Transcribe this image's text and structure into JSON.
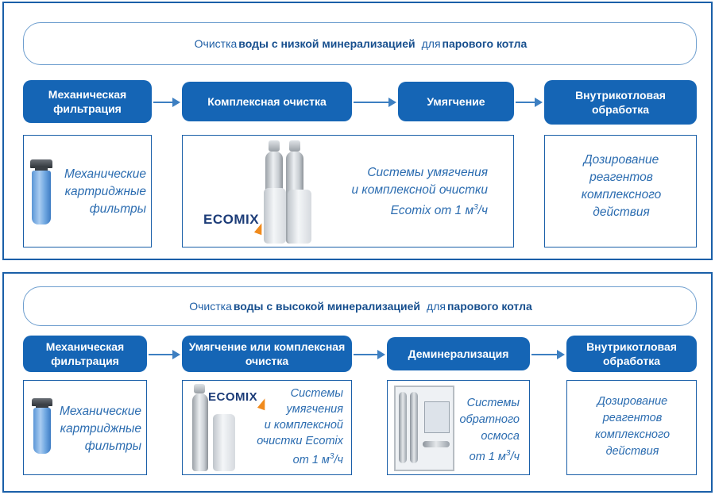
{
  "panel_low": {
    "title": {
      "pre": "Очистка",
      "bold1": "воды с низкой минерализацией",
      "mid": "для",
      "bold2": "парового котла"
    },
    "steps": [
      "Механическая фильтрация",
      "Комплексная очистка",
      "Умягчение",
      "Внутрикотловая обработка"
    ],
    "cards": {
      "filter_text": "Механические картриджные фильтры",
      "ecomix_text_l1": "Системы умягчения",
      "ecomix_text_l2": "и комплексной очистки",
      "ecomix_text_l3": "Ecomix от 1 м",
      "ecomix_sup": "3",
      "ecomix_unit": "/ч",
      "logo": "ECOMIX",
      "dosing_text": "Дозирование реагентов комплексного действия"
    }
  },
  "panel_high": {
    "title": {
      "pre": "Очистка",
      "bold1": "воды с высокой минерализацией",
      "mid": "для",
      "bold2": "парового котла"
    },
    "steps": [
      "Механическая фильтрация",
      "Умягчение или комплексная очистка",
      "Деминерализация",
      "Внутрикотловая обработка"
    ],
    "cards": {
      "filter_text": "Механические картриджные фильтры",
      "logo": "ECOMIX",
      "ecomix_text_l1": "Системы",
      "ecomix_text_l2": "умягчения",
      "ecomix_text_l3": "и комплексной",
      "ecomix_text_l4": "очистки Ecomix",
      "ecomix_text_l5": "от 1 м",
      "ecomix_sup": "3",
      "ecomix_unit": "/ч",
      "ro_text_l1": "Системы",
      "ro_text_l2": "обратного",
      "ro_text_l3": "осмоса",
      "ro_text_l4": "от 1 м",
      "ro_sup": "3",
      "ro_unit": "/ч",
      "dosing_text": "Дозирование реагентов комплексного действия"
    }
  },
  "colors": {
    "step_fill": "#1565b5",
    "border": "#1a5fa8",
    "text_italic": "#2b6cb0",
    "logo_accent": "#f08a1c"
  },
  "icons": [
    "filter-cartridge-icon",
    "softener-tank-icon",
    "reverse-osmosis-unit-icon",
    "arrow-right-icon"
  ]
}
